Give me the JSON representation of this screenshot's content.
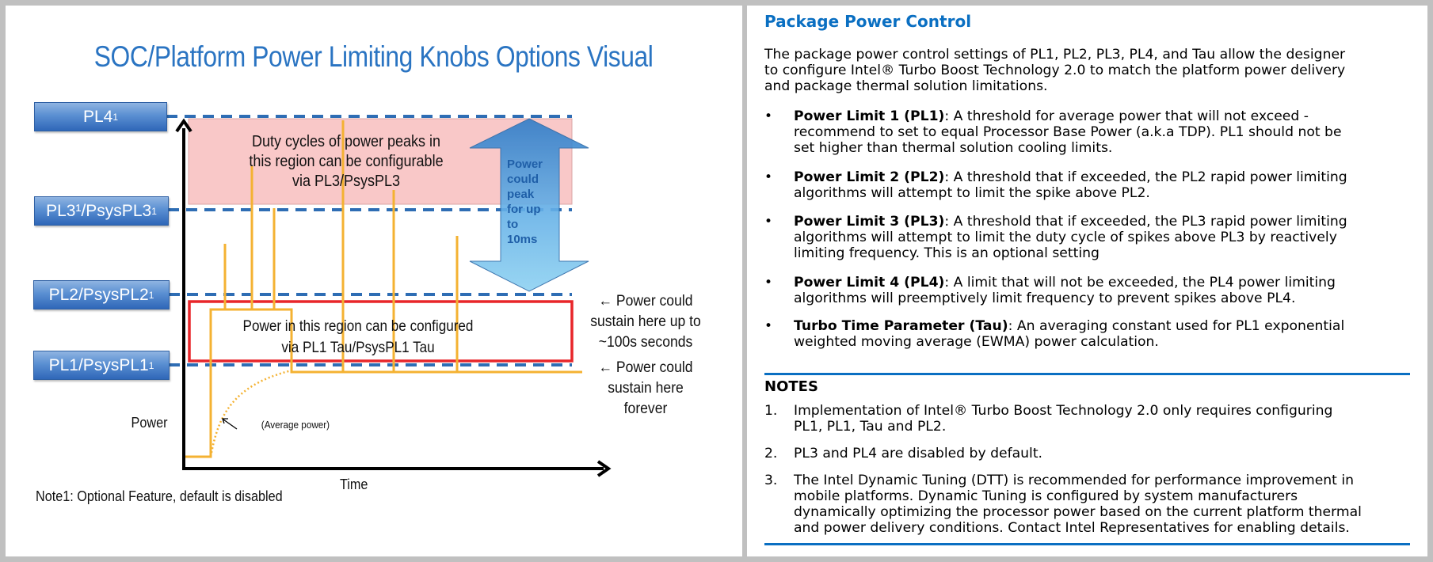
{
  "left_slide": {
    "title": "SOC/Platform Power Limiting Knobs Options Visual",
    "power_levels": [
      {
        "id": "pl4",
        "label": "PL4",
        "sup": "1"
      },
      {
        "id": "pl3",
        "label": "PL3¹/PsysPL3",
        "sup": "1"
      },
      {
        "id": "pl2",
        "label": "PL2/PsysPL2",
        "sup": "1"
      },
      {
        "id": "pl1",
        "label": "PL1/PsysPL1",
        "sup": "1"
      }
    ],
    "duty_region_text": [
      "Duty cycles of power peaks in",
      "this region can be configurable",
      "via PL3/PsysPL3"
    ],
    "peak_arrow_text": [
      "Power",
      "could",
      "peak",
      "for up",
      "to",
      "10ms"
    ],
    "tau_region_text": [
      "Power in this region can be configured",
      "via PL1 Tau/PsysPL1 Tau"
    ],
    "sustain_100s_text": [
      "← Power could",
      "sustain here up to",
      "~100s seconds"
    ],
    "sustain_forever_text": [
      "← Power could",
      "sustain here",
      "forever"
    ],
    "average_power_label": "(Average power)",
    "y_axis_label": "Power",
    "x_axis_label": "Time",
    "footnote": "Note1: Optional Feature, default is disabled",
    "colors": {
      "title": "#2a74c2",
      "dashed_line": "#2e6db4",
      "duty_region_fill": "#f9c8c8",
      "tau_region_border": "#e8262a",
      "power_trace": "#f4b232",
      "peak_arrow": "#3d8fd6"
    }
  },
  "right_doc": {
    "title": "Package Power Control",
    "intro": [
      "The package power control settings of PL1, PL2, PL3, PL4, and Tau allow the designer",
      "to configure Intel® Turbo Boost Technology 2.0 to match the platform power delivery",
      "and package thermal solution limitations."
    ],
    "items": [
      {
        "term": "Power Limit 1 (PL1)",
        "lines": [
          ": A threshold for average power that will not exceed -",
          "recommend to set to equal Processor Base Power (a.k.a TDP). PL1 should not be",
          "set higher than thermal solution cooling limits."
        ]
      },
      {
        "term": "Power Limit 2 (PL2)",
        "lines": [
          ": A threshold that if exceeded, the PL2 rapid power limiting",
          "algorithms will attempt to limit the spike above PL2."
        ]
      },
      {
        "term": "Power Limit 3 (PL3)",
        "lines": [
          ": A threshold that if exceeded, the PL3 rapid power limiting",
          "algorithms will attempt to limit the duty cycle of spikes above PL3 by reactively",
          "limiting frequency. This is an optional setting"
        ]
      },
      {
        "term": "Power Limit 4 (PL4)",
        "lines": [
          ": A limit that will not be exceeded, the PL4 power limiting",
          "algorithms will preemptively limit frequency to prevent spikes above PL4."
        ]
      },
      {
        "term": "Turbo Time Parameter (Tau)",
        "lines": [
          ": An averaging constant used for PL1 exponential",
          "weighted moving average (EWMA) power calculation."
        ]
      }
    ],
    "notes_title": "NOTES",
    "notes": [
      {
        "num": "1.",
        "lines": [
          "Implementation of Intel® Turbo Boost Technology 2.0 only requires configuring",
          "PL1, PL1, Tau and PL2."
        ]
      },
      {
        "num": "2.",
        "lines": [
          "PL3 and PL4 are disabled by default."
        ]
      },
      {
        "num": "3.",
        "lines": [
          "The Intel Dynamic Tuning (DTT) is recommended for performance improvement in",
          "mobile platforms. Dynamic Tuning is configured by system manufacturers",
          "dynamically optimizing the processor power based on the current platform thermal",
          "and power delivery conditions. Contact Intel Representatives for enabling details."
        ]
      }
    ],
    "colors": {
      "accent": "#0a6fc2"
    }
  }
}
